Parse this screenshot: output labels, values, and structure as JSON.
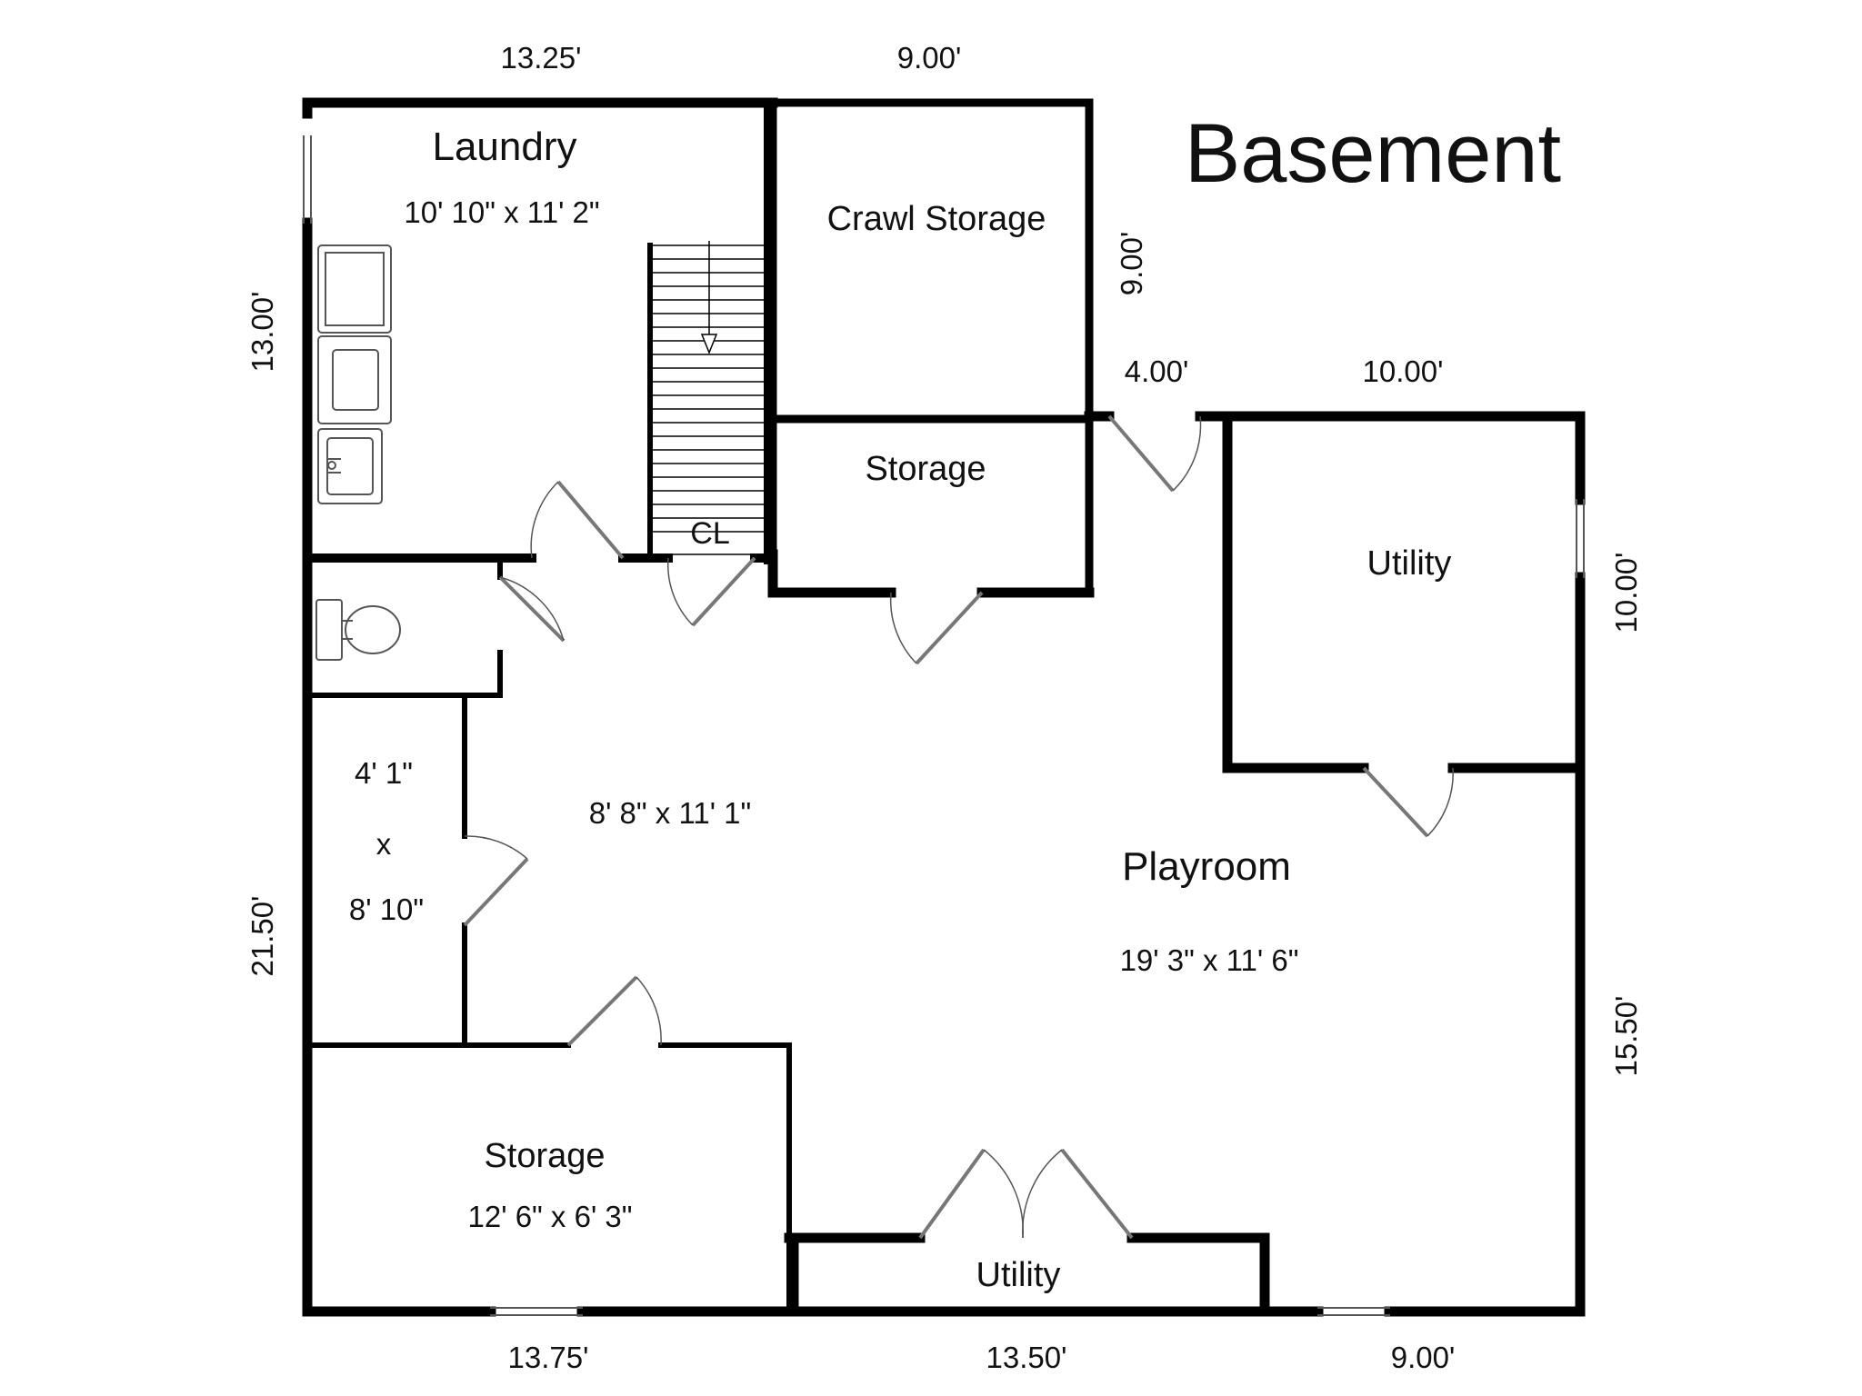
{
  "title": "Basement",
  "rooms": {
    "laundry": {
      "name": "Laundry",
      "size": "10' 10\" x 11' 2\""
    },
    "crawl_storage": {
      "name": "Crawl Storage"
    },
    "storage_upper": {
      "name": "Storage"
    },
    "closet": {
      "name": "CL"
    },
    "utility_right": {
      "name": "Utility"
    },
    "hall": {
      "size": "8' 8\" x 11' 1\""
    },
    "small_room": {
      "size_w": "4' 1\"",
      "size_x": "x",
      "size_h": "8' 10\""
    },
    "playroom": {
      "name": "Playroom",
      "size": "19' 3\" x 11' 6\""
    },
    "storage_lower": {
      "name": "Storage",
      "size": "12' 6\" x 6' 3\""
    },
    "utility_bottom": {
      "name": "Utility"
    }
  },
  "dimensions": {
    "top_left": "13.25'",
    "top_mid": "9.00'",
    "crawl_right": "9.00'",
    "left_upper": "13.00'",
    "left_lower": "21.50'",
    "gap_top": "4.00'",
    "utility_top": "10.00'",
    "right_upper": "10.00'",
    "right_lower": "15.50'",
    "bottom_left": "13.75'",
    "bottom_mid": "13.50'",
    "bottom_right": "9.00'"
  },
  "colors": {
    "wall": "#000000",
    "fixture": "#555555",
    "background": "#ffffff"
  }
}
